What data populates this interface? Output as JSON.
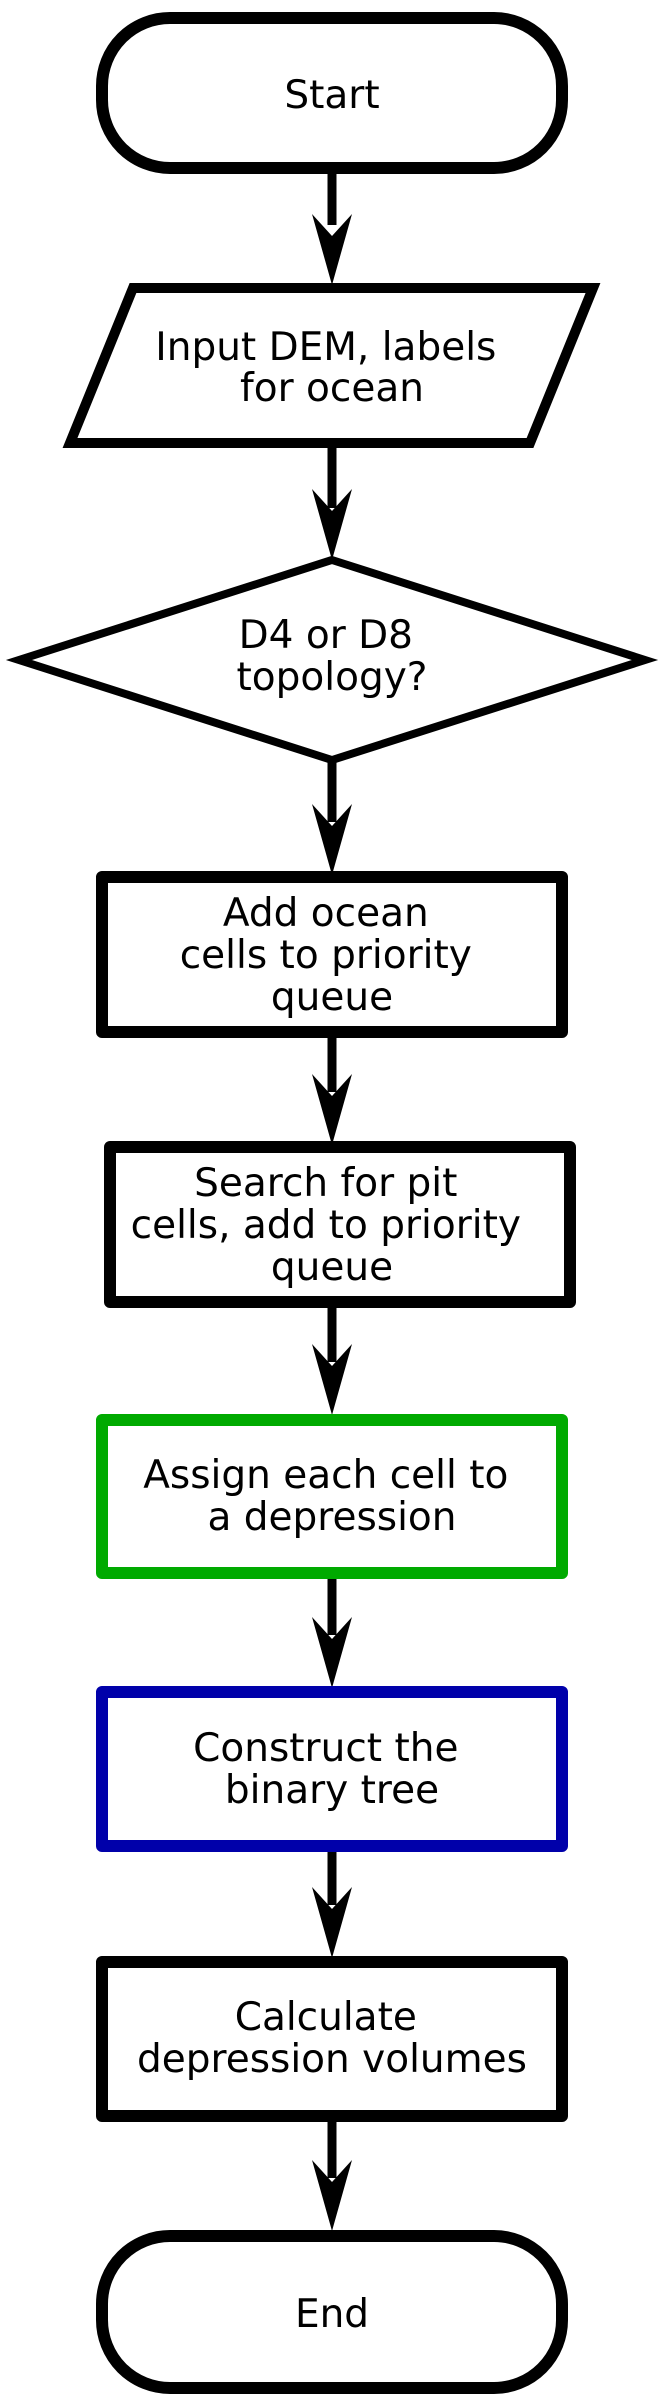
{
  "flowchart": {
    "nodes": [
      {
        "id": "start",
        "shape": "terminator",
        "border_color": "#000000",
        "lines": [
          "Start"
        ]
      },
      {
        "id": "input-dem",
        "shape": "parallelogram",
        "border_color": "#000000",
        "lines": [
          "Input DEM, labels",
          "for ocean"
        ]
      },
      {
        "id": "topology",
        "shape": "diamond",
        "border_color": "#000000",
        "lines": [
          "D4 or D8",
          "topology?"
        ]
      },
      {
        "id": "add-ocean",
        "shape": "process",
        "border_color": "#000000",
        "lines": [
          "Add ocean",
          "cells to priority",
          "queue"
        ]
      },
      {
        "id": "search-pit",
        "shape": "process",
        "border_color": "#000000",
        "lines": [
          "Search for pit",
          "cells, add to priority",
          "queue"
        ]
      },
      {
        "id": "assign-depression",
        "shape": "process",
        "border_color": "#00aa00",
        "lines": [
          "Assign each cell to",
          "a depression"
        ]
      },
      {
        "id": "construct-tree",
        "shape": "process",
        "border_color": "#0000aa",
        "lines": [
          "Construct the",
          "binary tree"
        ]
      },
      {
        "id": "calc-volumes",
        "shape": "process",
        "border_color": "#000000",
        "lines": [
          "Calculate",
          "depression volumes"
        ]
      },
      {
        "id": "end",
        "shape": "terminator",
        "border_color": "#000000",
        "lines": [
          "End"
        ]
      }
    ],
    "edges": [
      {
        "from": "start",
        "to": "input-dem"
      },
      {
        "from": "input-dem",
        "to": "topology"
      },
      {
        "from": "topology",
        "to": "add-ocean"
      },
      {
        "from": "add-ocean",
        "to": "search-pit"
      },
      {
        "from": "search-pit",
        "to": "assign-depression"
      },
      {
        "from": "assign-depression",
        "to": "construct-tree"
      },
      {
        "from": "construct-tree",
        "to": "calc-volumes"
      },
      {
        "from": "calc-volumes",
        "to": "end"
      }
    ]
  }
}
